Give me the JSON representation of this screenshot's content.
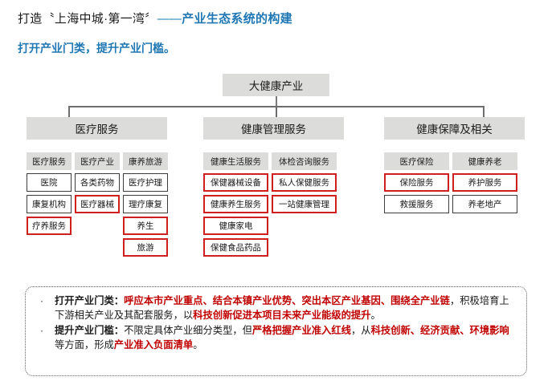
{
  "heading": {
    "title_black_1": "打造〝上海中城·第一湾〞",
    "title_dash": "——",
    "title_blue": "产业生态系统的构建",
    "subtitle": "打开产业门类，提升产业门槛。"
  },
  "diagram": {
    "root": "大健康产业",
    "categories": [
      {
        "label": "医疗服务"
      },
      {
        "label": "健康管理服务"
      },
      {
        "label": "健康保障及相关"
      }
    ],
    "columns": [
      {
        "name": "医疗服务",
        "groups": [
          {
            "header": "医疗服务",
            "cells": [
              {
                "label": "医院",
                "style": "black"
              },
              {
                "label": "康复机构",
                "style": "black"
              },
              {
                "label": "疗养服务",
                "style": "red"
              }
            ]
          },
          {
            "header": "医疗产业",
            "cells": [
              {
                "label": "各类药物",
                "style": "black"
              },
              {
                "label": "医疗器械",
                "style": "red"
              },
              {
                "label": "",
                "style": "none"
              }
            ]
          },
          {
            "header": "康养旅游",
            "cells": [
              {
                "label": "医疗护理",
                "style": "black"
              },
              {
                "label": "理疗康复",
                "style": "black"
              },
              {
                "label": "养生",
                "style": "red"
              },
              {
                "label": "旅游",
                "style": "red"
              }
            ]
          }
        ]
      },
      {
        "name": "健康管理服务",
        "groups": [
          {
            "header": "健康生活服务",
            "cells": [
              {
                "label": "保健器械设备",
                "style": "red"
              },
              {
                "label": "健康养生服务",
                "style": "red"
              },
              {
                "label": "健康家电",
                "style": "red"
              },
              {
                "label": "保健食品药品",
                "style": "red"
              }
            ]
          },
          {
            "header": "体检咨询服务",
            "cells": [
              {
                "label": "私人保健服务",
                "style": "red"
              },
              {
                "label": "一站健康管理",
                "style": "red"
              }
            ]
          }
        ]
      },
      {
        "name": "健康保障及相关",
        "groups": [
          {
            "header": "医疗保险",
            "cells": [
              {
                "label": "保险服务",
                "style": "red"
              },
              {
                "label": "救援服务",
                "style": "black"
              }
            ]
          },
          {
            "header": "健康养老",
            "cells": [
              {
                "label": "养护服务",
                "style": "red"
              },
              {
                "label": "养老地产",
                "style": "black"
              }
            ]
          }
        ]
      }
    ]
  },
  "note": {
    "bullet_glyph": "·",
    "items": [
      {
        "lead": "打开产业门类：",
        "segments": [
          {
            "text": "呼应本市产业重点、结合本镇产业优势、突出本区产业基因、围绕全产业链",
            "color": "red"
          },
          {
            "text": "，积极培育上下游相关产业及其配套服务，以",
            "color": "black"
          },
          {
            "text": "科技创新促进本项目未来产业能级的提升",
            "color": "red"
          },
          {
            "text": "。",
            "color": "black"
          }
        ]
      },
      {
        "lead": "提升产业门槛：",
        "segments": [
          {
            "text": "不限定具体产业细分类型，但",
            "color": "black"
          },
          {
            "text": "严格把握产业准入红线",
            "color": "red"
          },
          {
            "text": "，从",
            "color": "black"
          },
          {
            "text": "科技创新、经济贡献、环境影响",
            "color": "red"
          },
          {
            "text": "等方面，形成",
            "color": "black"
          },
          {
            "text": "产业准入负面清单",
            "color": "red"
          },
          {
            "text": "。",
            "color": "black"
          }
        ]
      }
    ]
  },
  "colors": {
    "accent_blue": "#1f77b4",
    "highlight_red": "#c00000",
    "box_red_border": "#cf1f1f",
    "box_gray_fill": "#dcdcda",
    "box_black_border": "#3c3c3c"
  }
}
